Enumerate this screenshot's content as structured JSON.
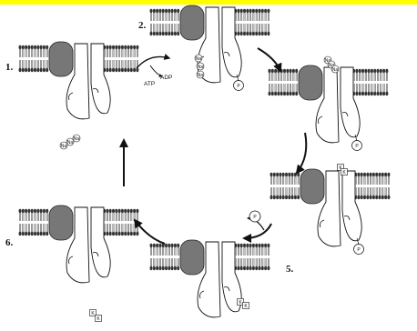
{
  "colors": {
    "background": "#ffff00",
    "panel": "#ffffff",
    "lipid": "#333333",
    "carrier": "#777777",
    "arrow": "#111111"
  },
  "steps": [
    {
      "label": "1."
    },
    {
      "label": "2."
    },
    {
      "label": "5."
    },
    {
      "label": "6."
    }
  ],
  "energy": {
    "atp": "ATP",
    "adp": "ADP"
  },
  "ions": {
    "sodium": "Na",
    "potassium": "K"
  },
  "phosphate": "P",
  "icons": [
    "membrane-bilayer",
    "carrier-protein",
    "pump-protein",
    "cycle-arrow",
    "phosphate-circle",
    "sodium-ion",
    "potassium-ion"
  ]
}
